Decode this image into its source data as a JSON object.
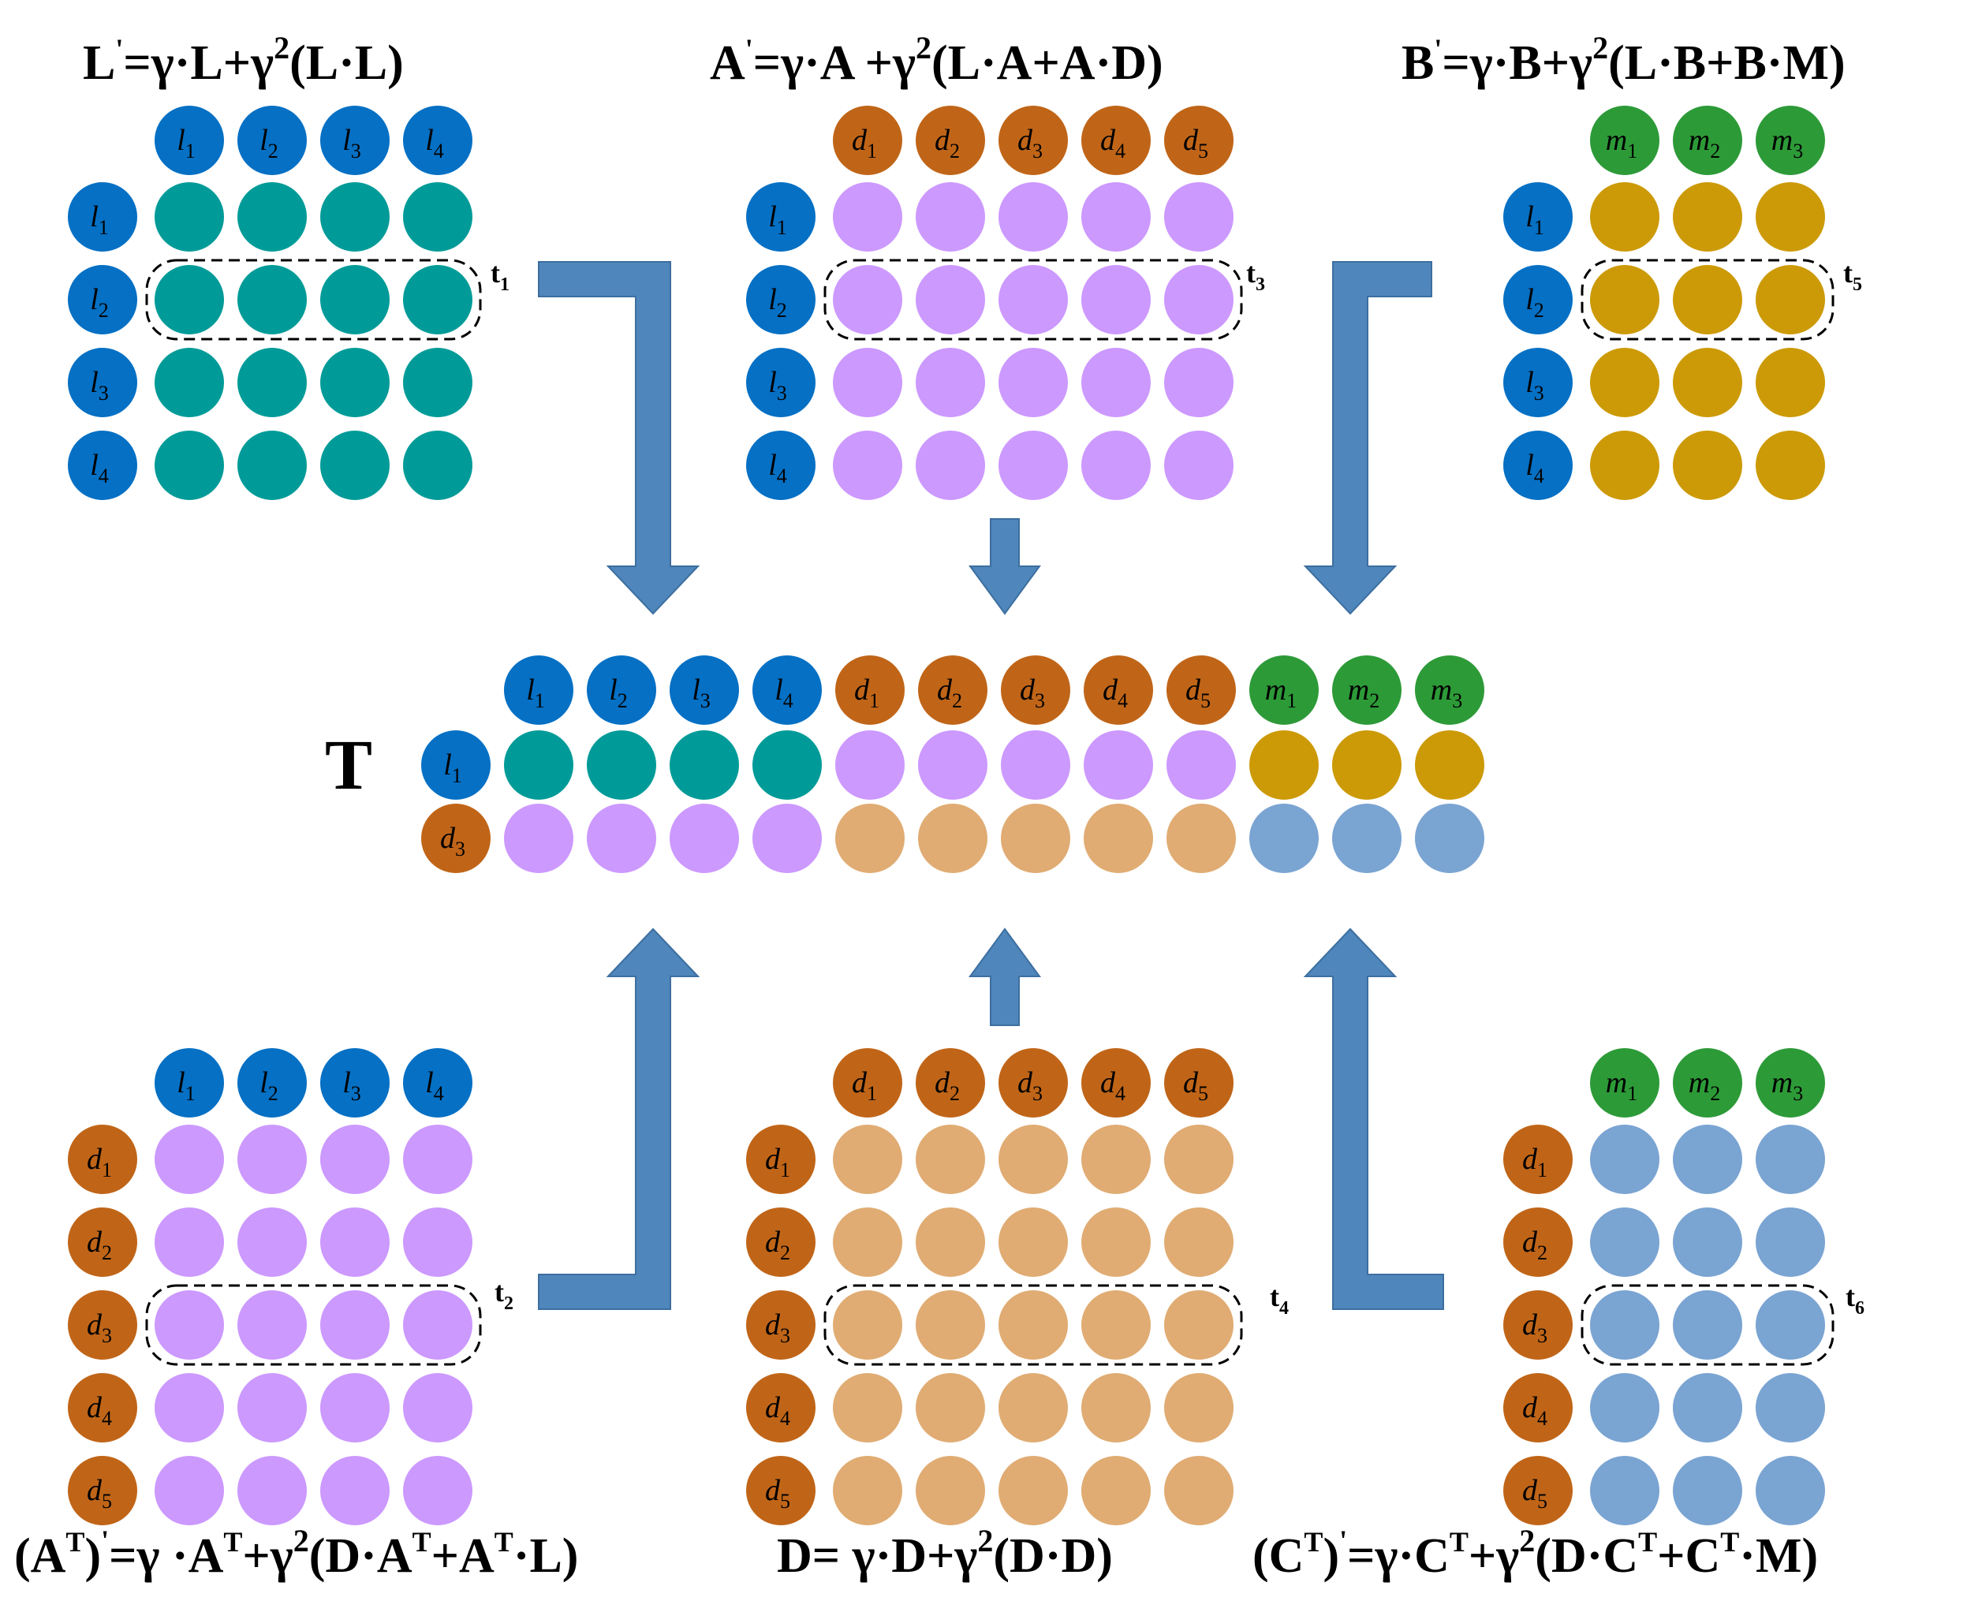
{
  "colors": {
    "l_node": "#0570c4",
    "d_node": "#c06518",
    "m_node": "#2d9a38",
    "L_cell": "#009b98",
    "A_cell": "#cc99ff",
    "B_cell": "#cc9a07",
    "D_cell": "#e0ac73",
    "C_cell": "#7aa4d2",
    "arrow": "#4f86bb"
  },
  "equations": {
    "L": {
      "head": "L",
      "prime": "'",
      "body": "=γ·L+γ",
      "sup": "2",
      "tail": "(L·L)"
    },
    "A": {
      "head": "A",
      "prime": "'",
      "body": "=γ·A +γ",
      "sup": "2",
      "tail": "(L·A+A·D)"
    },
    "B": {
      "head": "B",
      "prime": "'",
      "body": "=γ·B+γ",
      "sup": "2",
      "tail": "(L·B+B·M)"
    },
    "AT": {
      "p1": "(A",
      "s1": "T",
      "p2": ")",
      "s2": "'",
      "p3": "=γ ·A",
      "s3": "T",
      "p4": "+γ",
      "s4": "2",
      "p5": "(D·A",
      "s5": "T",
      "p6": "+A",
      "s6": "T",
      "p7": "·L)"
    },
    "D": {
      "p1": "D= γ·D+γ",
      "s1": "2",
      "p2": "(D·D)"
    },
    "CT": {
      "p1": "(C",
      "s1": "T",
      "p2": ")",
      "s2": "'",
      "p3": "=γ·C",
      "s3": "T",
      "p4": "+γ",
      "s4": "2",
      "p5": "(D·C",
      "s5": "T",
      "p6": "+C",
      "s6": "T",
      "p7": "·M)"
    }
  },
  "t_labels": {
    "t1": {
      "base": "t",
      "sub": "1"
    },
    "t2": {
      "base": "t",
      "sub": "2"
    },
    "t3": {
      "base": "t",
      "sub": "3"
    },
    "t4": {
      "base": "t",
      "sub": "4"
    },
    "t5": {
      "base": "t",
      "sub": "5"
    },
    "t6": {
      "base": "t",
      "sub": "6"
    }
  },
  "T_label": "T",
  "node_labels": {
    "l": [
      "l",
      "1",
      "l",
      "2",
      "l",
      "3",
      "l",
      "4"
    ],
    "d": [
      "d",
      "1",
      "d",
      "2",
      "d",
      "3",
      "d",
      "4",
      "d",
      "5"
    ],
    "m": [
      "m",
      "1",
      "m",
      "2",
      "m",
      "3"
    ]
  },
  "T_matrix": {
    "columns": [
      "l1",
      "l2",
      "l3",
      "l4",
      "d1",
      "d2",
      "d3",
      "d4",
      "d5",
      "m1",
      "m2",
      "m3"
    ],
    "rows": [
      "l1",
      "d3"
    ]
  }
}
